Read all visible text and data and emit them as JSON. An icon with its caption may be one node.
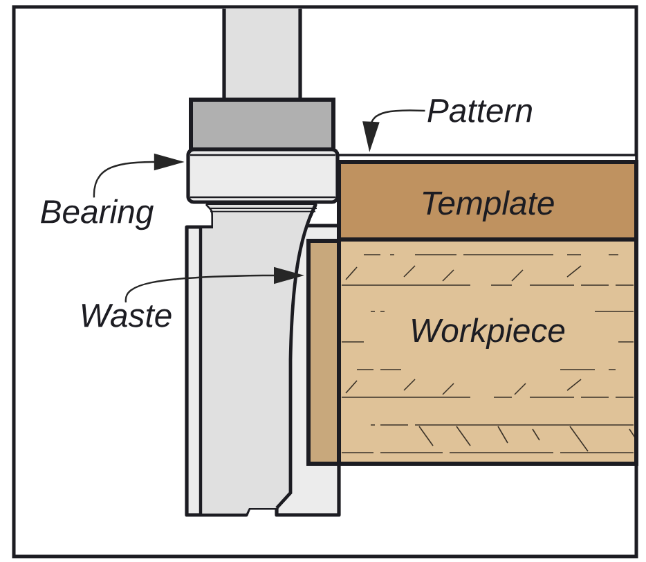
{
  "diagram": {
    "nodes": [
      {
        "text": [
          "Pattern"
        ]
      },
      {
        "text": [],
        "shape": "bar"
      },
      {
        "text": [
          "Bearing"
        ]
      },
      {
        "text": [],
        "shape": "box"
      },
      {
        "text": [
          "Template"
        ]
      },
      {
        "text": [
          "Waste"
        ]
      },
      {
        "text": [],
        "shape": "bar"
      },
      {
        "text": [
          "Workpiece"
        ]
      }
    ],
    "edges": [
      {
        "from": 0,
        "to": 1,
        "arrow": "to"
      },
      {
        "from": 2,
        "to": 3,
        "arrow": "to"
      },
      {
        "from": 5,
        "to": 6,
        "arrow": "to"
      }
    ]
  }
}
